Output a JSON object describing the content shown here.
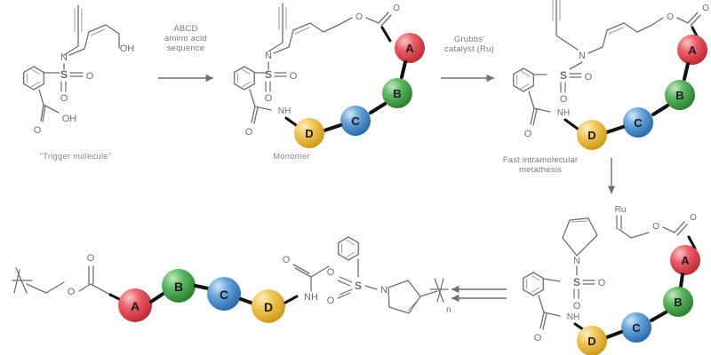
{
  "figure": {
    "type": "chemical-reaction-scheme",
    "background": "#ffffff",
    "line_color": "#6e6e6e",
    "bond_color": "#1a1a1a"
  },
  "beads": {
    "A": {
      "label": "A",
      "color": "#e8native",
      "hex": "#e8505b",
      "dark": "#c9303c",
      "light": "#f9a7ad"
    },
    "B": {
      "label": "B",
      "color": "#4caf50",
      "hex": "#4caf50",
      "dark": "#2f8f36",
      "light": "#a8dfaa"
    },
    "C": {
      "label": "C",
      "color": "#5b9bd5",
      "hex": "#5b9bd5",
      "dark": "#2f72b5",
      "light": "#b3d5f0"
    },
    "D": {
      "label": "D",
      "color": "#f0c04a",
      "hex": "#f0c04a",
      "dark": "#d19c1f",
      "light": "#fae3a4"
    }
  },
  "bead_sequence": [
    "A",
    "B",
    "C",
    "D"
  ],
  "structures": {
    "trigger": {
      "caption": "\"Trigger molecule\"",
      "atoms": [
        "N",
        "S",
        "O",
        "O",
        "O",
        "OH",
        "OH"
      ],
      "features": [
        "propargyl alkyne",
        "cis-butenol chain",
        "benzene ring",
        "sulfonamide",
        "carboxylic acid"
      ]
    },
    "monomer": {
      "caption": "Monomer",
      "atoms": [
        "N",
        "S",
        "O",
        "O",
        "O",
        "O",
        "NH"
      ],
      "features": [
        "macrocycle",
        "ester linkage",
        "ABCD peptide beads",
        "amide NH"
      ]
    },
    "metathesis_product": {
      "caption": "",
      "atoms": [
        "N",
        "S",
        "O",
        "O",
        "O",
        "O",
        "NH"
      ],
      "features": [
        "macrocycle",
        "ester",
        "ABCD peptide beads"
      ]
    },
    "ru_intermediate": {
      "caption": "",
      "atoms": [
        "Ru",
        "N",
        "S",
        "O",
        "O",
        "O",
        "O",
        "NH"
      ],
      "features": [
        "Ru carbene",
        "3-pyrroline ring",
        "ring-closed sulfonamide",
        "ABCD beads"
      ]
    },
    "polymer": {
      "caption": "",
      "repeat_label": "n",
      "atoms": [
        "O",
        "O",
        "N",
        "S",
        "O",
        "O",
        "NH",
        "O"
      ],
      "features": [
        "polymer bracket ends",
        "ester",
        "ABCD beads in chain",
        "3-pyrroline",
        "sulfonamide"
      ]
    }
  },
  "arrows": {
    "step1": {
      "label": "ABCD\namino acid\nsequence",
      "direction": "right"
    },
    "step2": {
      "label": "Grubbs'\ncatalyst (Ru)",
      "direction": "right"
    },
    "step3": {
      "label": "Fast intramolecular\nmetathesis",
      "direction": "down"
    },
    "step4": {
      "label": "",
      "direction": "left-double"
    }
  }
}
